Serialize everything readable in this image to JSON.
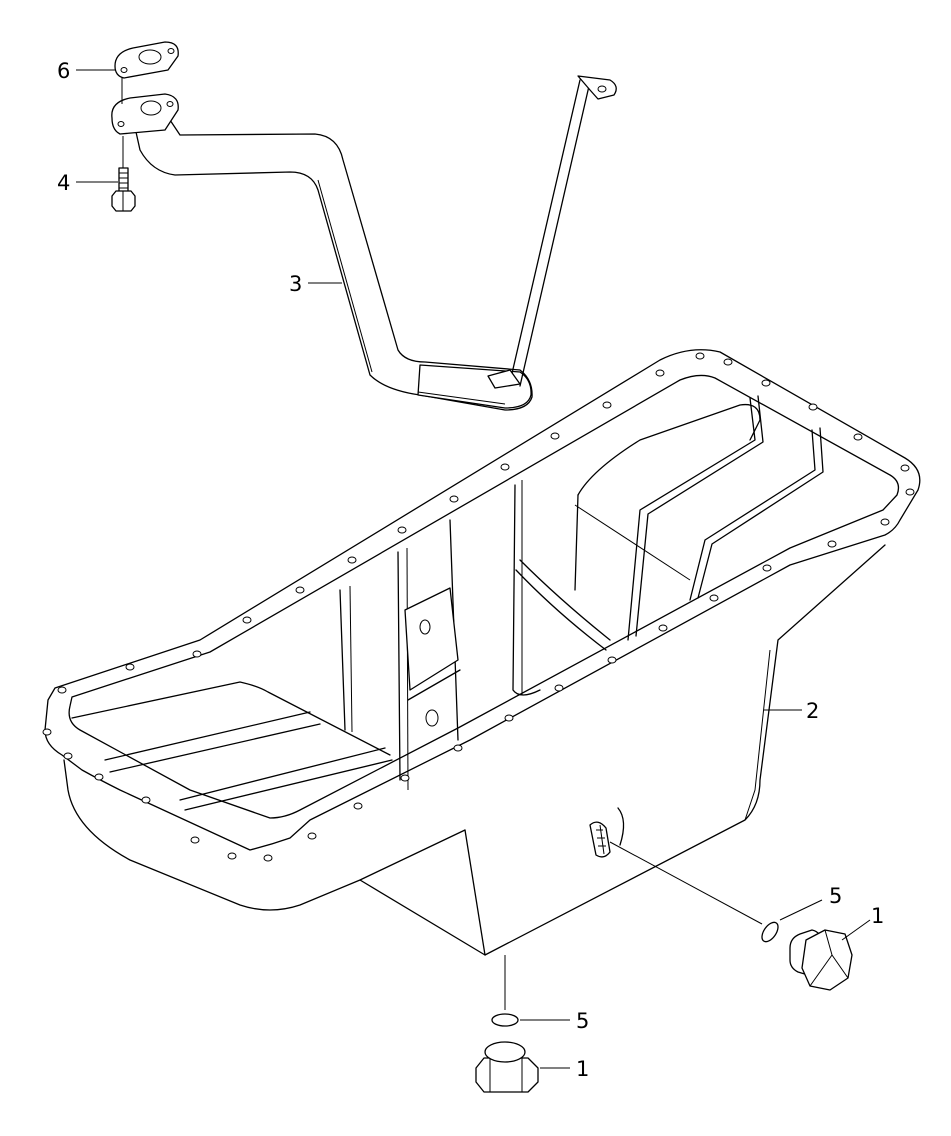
{
  "callouts": [
    {
      "id": "c6",
      "label": "6"
    },
    {
      "id": "c4",
      "label": "4"
    },
    {
      "id": "c3",
      "label": "3"
    },
    {
      "id": "c2",
      "label": "2"
    },
    {
      "id": "c5a",
      "label": "5"
    },
    {
      "id": "c1a",
      "label": "1"
    },
    {
      "id": "c5b",
      "label": "5"
    },
    {
      "id": "c1b",
      "label": "1"
    }
  ]
}
